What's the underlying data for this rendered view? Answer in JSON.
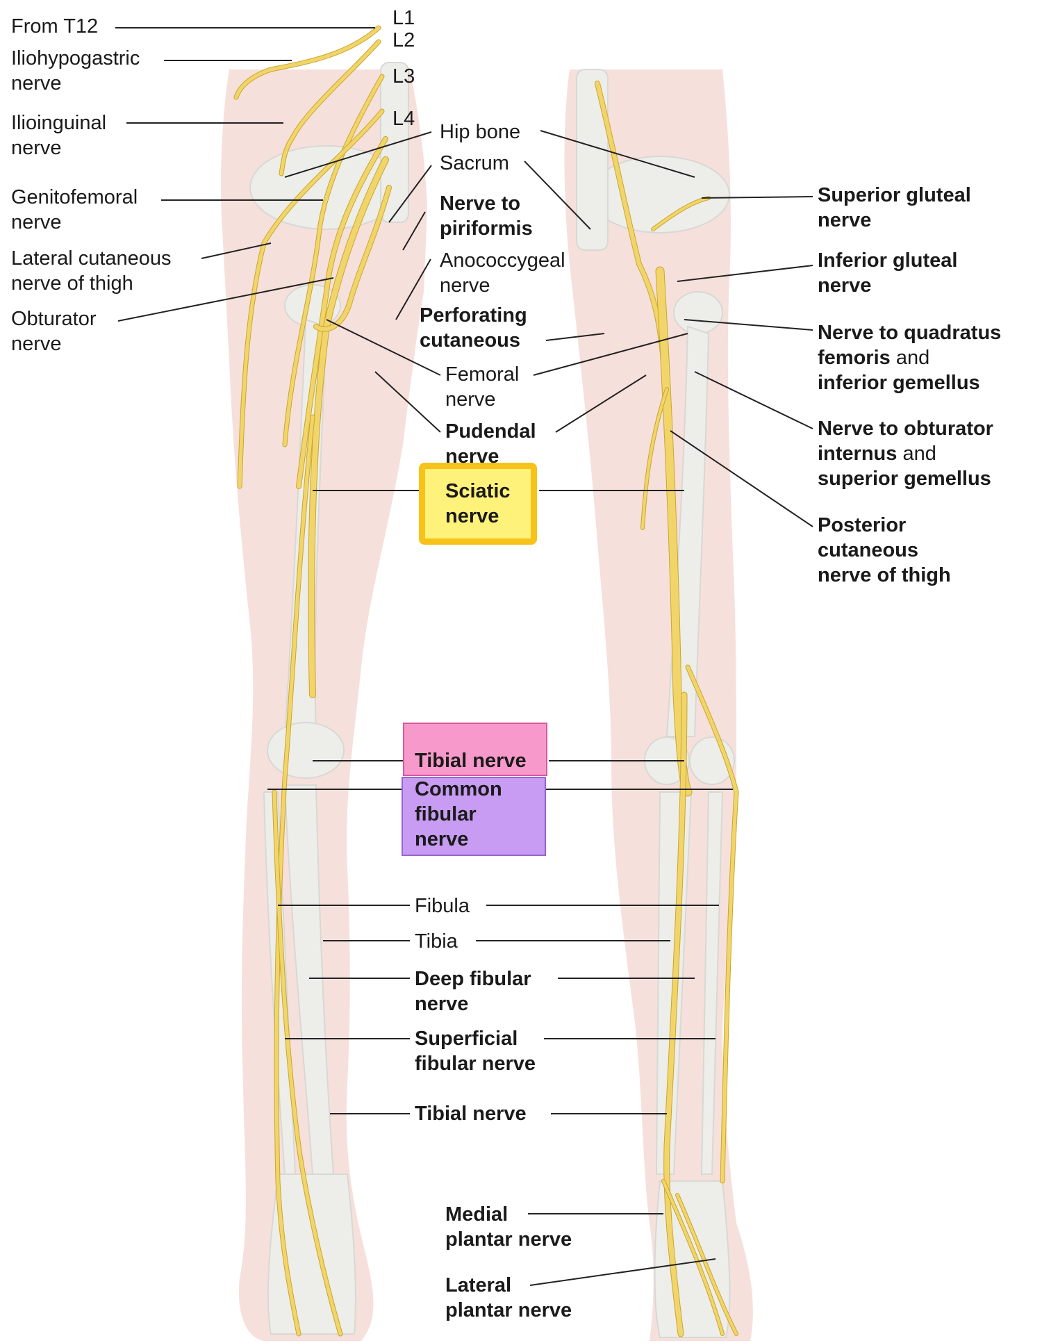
{
  "colors": {
    "skin": "#f6e0dc",
    "bone": "#ededea",
    "nerve": "#f2d56a",
    "nerve_edge": "#c9a72c",
    "leader": "#222222",
    "sciatic_box_outer": "#f7c21a",
    "sciatic_box_inner": "#fff27a",
    "tibial_box": "#f79acb",
    "common_fibular_box": "#c79cf2"
  },
  "spine_levels": [
    "L1",
    "L2",
    "L3",
    "L4"
  ],
  "left_labels": {
    "from_t12": "From T12",
    "iliohypogastric": [
      "Iliohypogastric",
      "nerve"
    ],
    "ilioinguinal": [
      "Ilioinguinal",
      "nerve"
    ],
    "genitofemoral": [
      "Genitofemoral",
      "nerve"
    ],
    "lateral_cutaneous": [
      "Lateral cutaneous",
      "nerve of thigh"
    ],
    "obturator": [
      "Obturator",
      "nerve"
    ]
  },
  "center_labels": {
    "hip_bone": "Hip bone",
    "sacrum": "Sacrum",
    "nerve_to_piriformis": [
      "Nerve to",
      "piriformis"
    ],
    "anococcygeal": [
      "Anococcygeal",
      "nerve"
    ],
    "perforating_cutaneous": [
      "Perforating",
      "cutaneous"
    ],
    "femoral": [
      "Femoral",
      "nerve"
    ],
    "pudendal": [
      "Pudendal",
      "nerve"
    ],
    "sciatic": [
      "Sciatic",
      "nerve"
    ],
    "tibial_knee": "Tibial nerve",
    "common_fibular": [
      "Common",
      "fibular",
      "nerve"
    ],
    "fibula": "Fibula",
    "tibia": "Tibia",
    "deep_fibular": [
      "Deep fibular",
      "nerve"
    ],
    "superficial_fibular": [
      "Superficial",
      "fibular nerve"
    ],
    "tibial_leg": "Tibial nerve",
    "medial_plantar": [
      "Medial",
      "plantar nerve"
    ],
    "lateral_plantar": [
      "Lateral",
      "plantar nerve"
    ]
  },
  "right_labels": {
    "superior_gluteal": [
      "Superior gluteal",
      "nerve"
    ],
    "inferior_gluteal": [
      "Inferior gluteal",
      "nerve"
    ],
    "quadratus": {
      "l1": "Nerve to quadratus",
      "l2a": "femoris",
      "l2b": " and",
      "l3": "inferior gemellus"
    },
    "obturator_internus": {
      "l1": "Nerve to obturator",
      "l2a": "internus",
      "l2b": " and",
      "l3": "superior gemellus"
    },
    "posterior_cutaneous": [
      "Posterior",
      "cutaneous",
      "nerve of thigh"
    ]
  }
}
